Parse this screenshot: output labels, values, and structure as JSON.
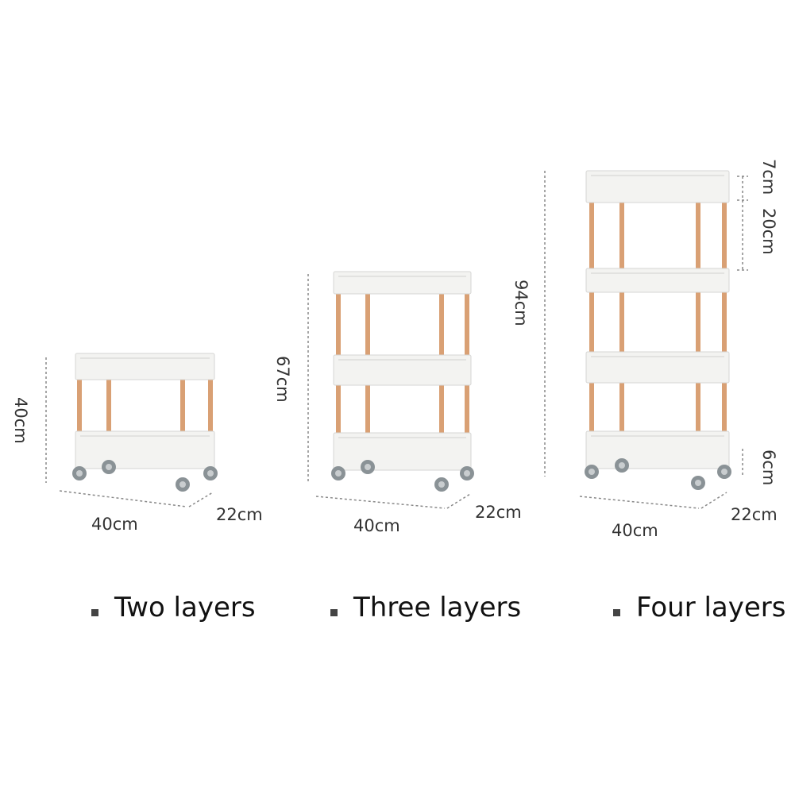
{
  "products": [
    {
      "caption": "Two layers",
      "height": "40cm",
      "width": "40cm",
      "depth": "22cm"
    },
    {
      "caption": "Three layers",
      "height": "67cm",
      "width": "40cm",
      "depth": "22cm"
    },
    {
      "caption": "Four layers",
      "height": "94cm",
      "width": "40cm",
      "depth": "22cm",
      "top_gap": "7cm",
      "shelf_gap": "20cm",
      "wheel_height": "6cm"
    }
  ],
  "colors": {
    "shelf": "#f3f3f1",
    "pole": "#d9a074",
    "wheel": "#8a9296",
    "dash": "#888888"
  }
}
